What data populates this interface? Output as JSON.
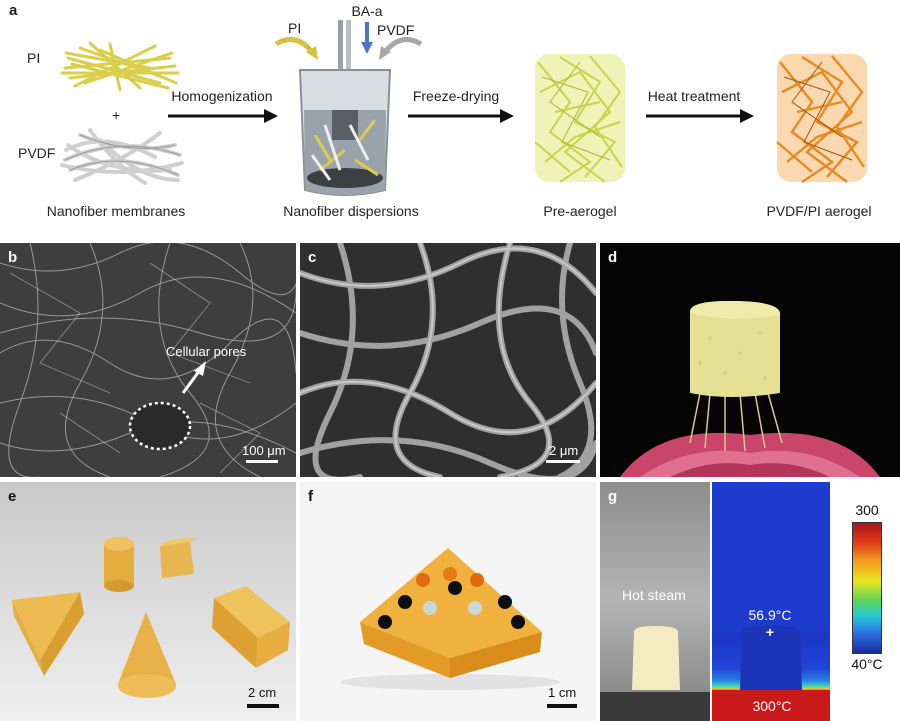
{
  "panel_a": {
    "label": "a",
    "pi_label": "PI",
    "plus": "+",
    "pvdf_label": "PVDF",
    "caption_membranes": "Nanofiber membranes",
    "step1": "Homogenization",
    "beaker_pi": "PI",
    "beaker_baa": "BA-a",
    "beaker_pvdf": "PVDF",
    "caption_dispersions": "Nanofiber dispersions",
    "step2": "Freeze-drying",
    "caption_pre": "Pre-aerogel",
    "step3": "Heat treatment",
    "caption_final": "PVDF/PI aerogel"
  },
  "panel_b": {
    "label": "b",
    "annotation": "Cellular pores",
    "scale": "100 μm"
  },
  "panel_c": {
    "label": "c",
    "scale": "2 μm"
  },
  "panel_d": {
    "label": "d"
  },
  "panel_e": {
    "label": "e",
    "scale": "2 cm"
  },
  "panel_f": {
    "label": "f",
    "scale": "1 cm"
  },
  "panel_g": {
    "label": "g",
    "steam": "Hot steam",
    "temp_point": "56.9°C",
    "cross": "+",
    "temp_base": "300°C",
    "bar_max": "300",
    "bar_min": "40°C"
  },
  "colors": {
    "pi_fiber": "#d9cf4a",
    "pvdf_fiber": "#d6d6d6",
    "pre_aerogel": "#d8e06a",
    "final_aerogel": "#e88a1f",
    "sample_yellow": "#e9b548",
    "thermal_bg": "#1f3fcf"
  }
}
